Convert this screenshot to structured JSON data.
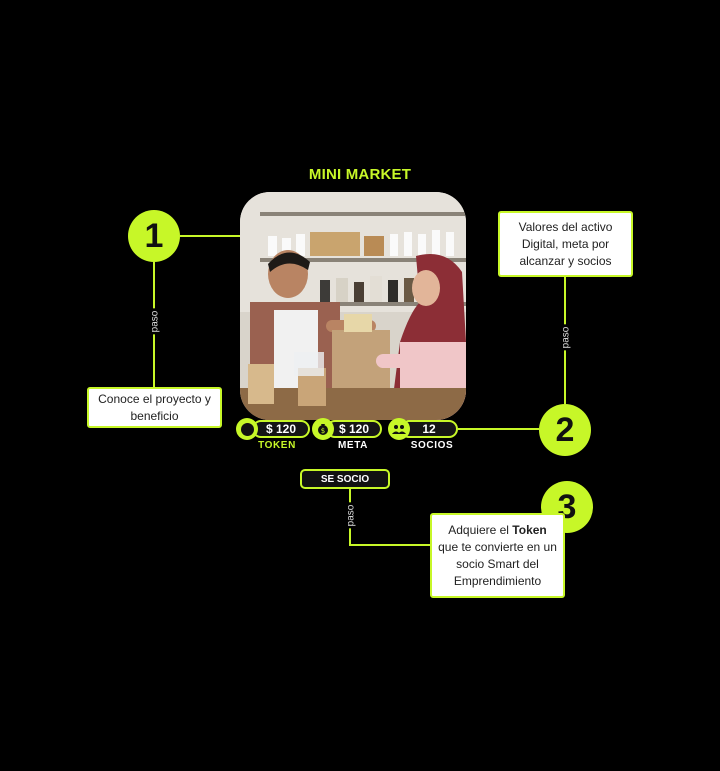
{
  "title": "MINI MARKET",
  "steps": [
    {
      "number": "1",
      "connector_label": "paso",
      "text": "Conoce el proyecto y beneficio"
    },
    {
      "number": "2",
      "connector_label": "paso",
      "text": "Valores del activo Digital, meta por alcanzar y socios"
    },
    {
      "number": "3",
      "connector_label": "paso",
      "text_before": "Adquiere el ",
      "text_bold": "Token",
      "text_after": " que te convierte en un socio Smart del Emprendimiento"
    }
  ],
  "stats": {
    "token": {
      "value": "$ 120",
      "label": "TOKEN"
    },
    "meta": {
      "value": "$ 120",
      "label": "META"
    },
    "socios": {
      "value": "12",
      "label": "SOCIOS"
    }
  },
  "cta_label": "SE SOCIO",
  "colors": {
    "accent": "#c7f728",
    "background": "#000000"
  }
}
